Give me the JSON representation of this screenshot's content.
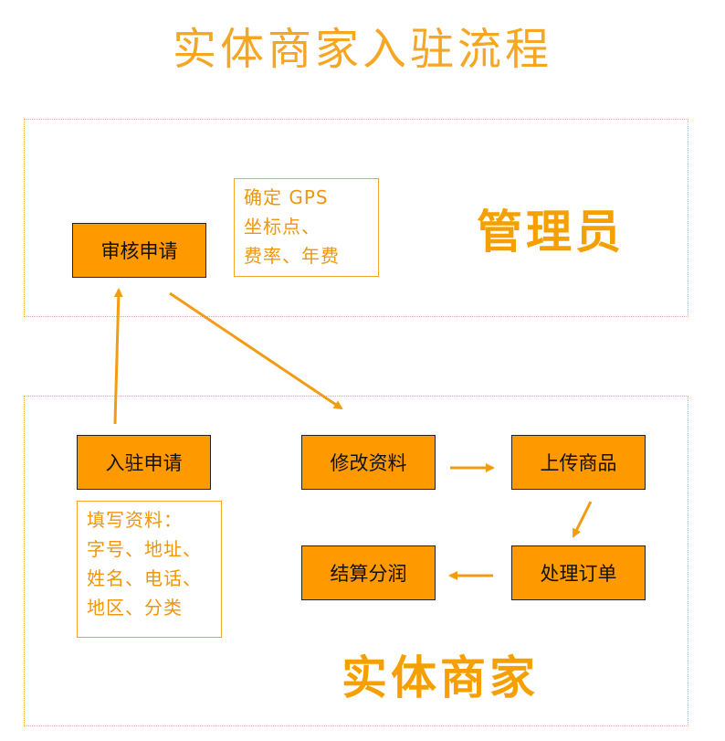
{
  "title": "实体商家入驻流程",
  "lanes": {
    "admin": {
      "label": "管理员"
    },
    "merchant": {
      "label": "实体商家"
    }
  },
  "boxes": {
    "review": "审核申请",
    "apply": "入驻申请",
    "edit": "修改资料",
    "upload": "上传商品",
    "orders": "处理订单",
    "settle": "结算分润"
  },
  "notes": {
    "admin_note": [
      "确定 GPS",
      "坐标点、",
      "费率、年费"
    ],
    "merchant_note": [
      "填写资料：",
      "字号、地址、",
      "姓名、电话、",
      "地区、分类"
    ]
  },
  "colors": {
    "accent": "#ff9900",
    "text_orange": "#f5a000",
    "arrow": "#f39c12"
  }
}
